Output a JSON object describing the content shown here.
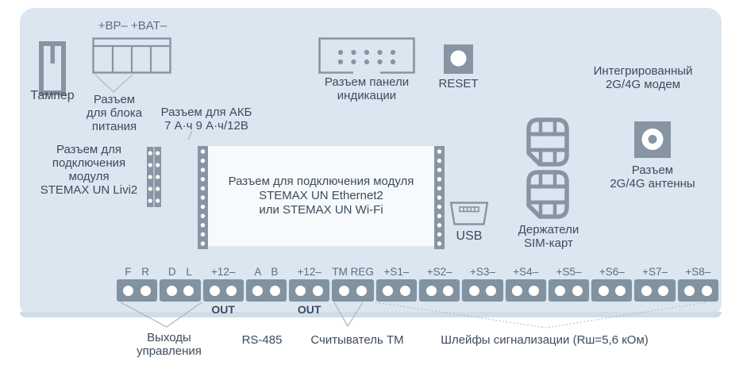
{
  "colors": {
    "board": "#dbe6f0",
    "component": "#8795a3",
    "block": "#8192a0",
    "text_dark": "#3c4b5c",
    "text_muted": "#5d6e80",
    "leader": "#a6b2bd",
    "module_bg": "#f6fafc"
  },
  "components": {
    "tamper": {
      "icon": "tamper-switch-icon",
      "label": "Тампер"
    },
    "power": {
      "pins": "+BP–  +BAT–",
      "label": [
        "Разъем",
        "для блока",
        "питания"
      ]
    },
    "akb": {
      "label": [
        "Разъем для АКБ",
        "7 А·ч  9 А·ч/12В"
      ]
    },
    "livi2": {
      "label": [
        "Разъем для",
        "подключения",
        "модуля",
        "STEMAX UN Livi2"
      ]
    },
    "module": {
      "label": [
        "Разъем для подключения модуля",
        "STEMAX UN Ethernet2",
        "или STEMAX UN Wi-Fi"
      ]
    },
    "panel": {
      "label": [
        "Разъем панели",
        "индикации"
      ]
    },
    "reset": {
      "label": "RESET"
    },
    "modem": {
      "label": [
        "Интегрированный",
        "2G/4G модем"
      ]
    },
    "usb": {
      "label": "USB"
    },
    "sim": {
      "label": [
        "Держатели",
        "SIM-карт"
      ]
    },
    "antenna": {
      "label": [
        "Разъем",
        "2G/4G антенны"
      ]
    }
  },
  "terminals": {
    "blocks": [
      {
        "label": "F R"
      },
      {
        "label": "D L"
      },
      {
        "label": "+12–",
        "out": "OUT"
      },
      {
        "label": "A B"
      },
      {
        "label": "+12–",
        "out": "OUT"
      },
      {
        "label": "TM REG"
      },
      {
        "label": "+S1–"
      },
      {
        "label": "+S2–"
      },
      {
        "label": "+S3–"
      },
      {
        "label": "+S4–"
      },
      {
        "label": "+S5–"
      },
      {
        "label": "+S6–"
      },
      {
        "label": "+S7–"
      },
      {
        "label": "+S8–"
      }
    ]
  },
  "callouts": {
    "outputs": [
      "Выходы",
      "управления"
    ],
    "rs485": "RS-485",
    "tm_reader": "Считыватель ТМ",
    "loops": "Шлейфы сигнализации (Rш=5,6 кОм)"
  }
}
